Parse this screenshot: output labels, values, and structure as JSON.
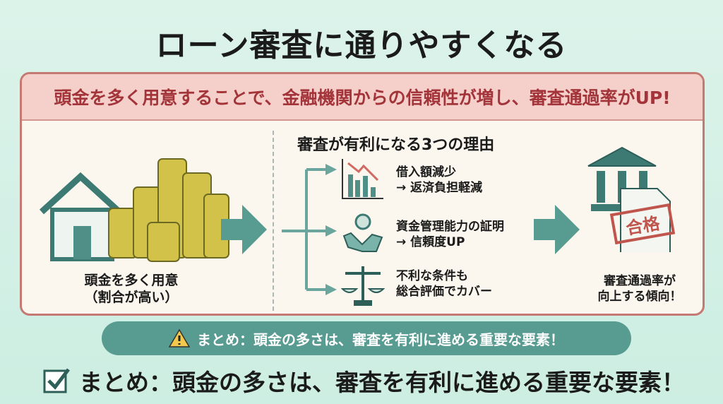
{
  "title": "ローン審査に通りやすくなる",
  "banner": "頭金を多く用意することで、金融機関からの信頼性が増し、審査通過率がUP!",
  "left": {
    "label_line1": "頭金を多く用意",
    "label_line2": "（割合が高い）"
  },
  "reasons": {
    "heading": "審査が有利になる3つの理由",
    "items": [
      {
        "line1": "借入額減少",
        "line2": "→ 返済負担軽減",
        "icon": "chart-down-icon"
      },
      {
        "line1": "資金管理能力の証明",
        "line2": "→ 信頼度UP",
        "icon": "handshake-icon"
      },
      {
        "line1": "不利な条件も",
        "line2": "総合評価でカバー",
        "icon": "scale-icon"
      }
    ]
  },
  "right": {
    "stamp": "合格",
    "label_line1": "審査通過率が",
    "label_line2": "向上する傾向！"
  },
  "summary_pill": "まとめ：頭金の多さは、審査を有利に進める重要な要素！",
  "summary_bottom": "まとめ：頭金の多さは、審査を有利に進める重要な要素！",
  "colors": {
    "teal": "#579b91",
    "red": "#a2343a",
    "gold": "#c9b23a"
  }
}
